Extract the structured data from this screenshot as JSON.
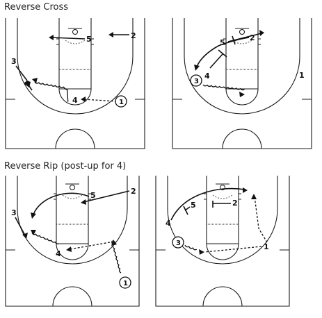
{
  "sections": [
    {
      "title": "Reverse Cross"
    },
    {
      "title": "Reverse Rip (post-up for 4)"
    }
  ],
  "diagrams": [
    {
      "players": [
        "5",
        "2",
        "3",
        "4",
        "1"
      ],
      "ball_handler": "1"
    },
    {
      "players": [
        "5",
        "2",
        "4",
        "3",
        "1"
      ],
      "ball_handler": "3"
    },
    {
      "players": [
        "5",
        "2",
        "3",
        "4",
        "1"
      ],
      "ball_handler": "1"
    },
    {
      "players": [
        "5",
        "2",
        "4",
        "3",
        "1"
      ],
      "ball_handler": "3"
    }
  ],
  "colors": {
    "ink": "#111111",
    "background": "#ffffff"
  }
}
